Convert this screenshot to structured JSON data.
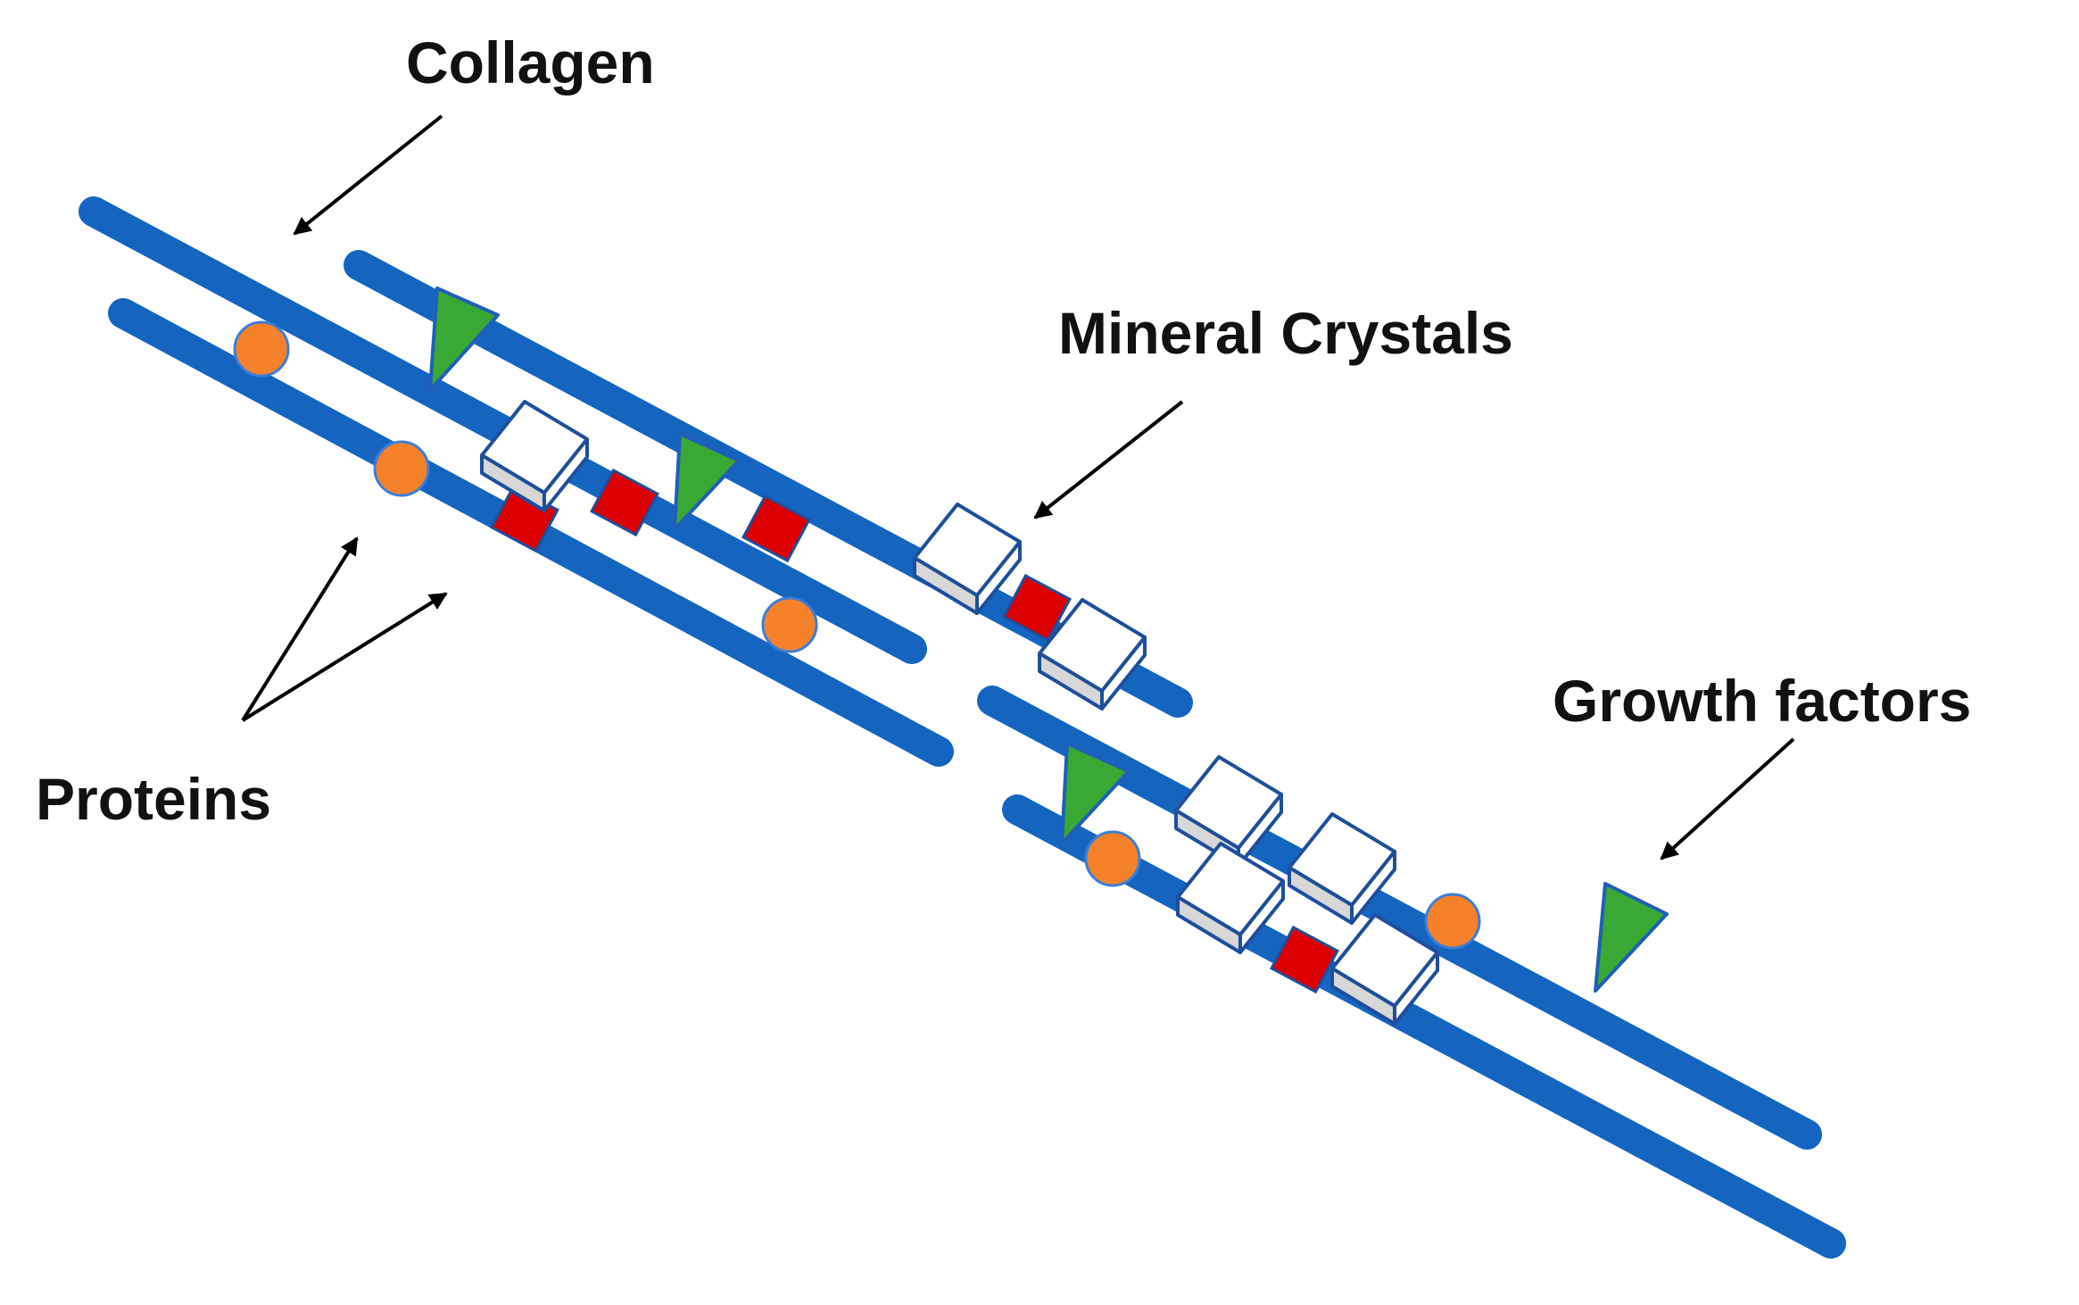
{
  "labels": {
    "collagen": "Collagen",
    "mineral_crystals": "Mineral Crystals",
    "growth_factors": "Growth factors",
    "proteins": "Proteins"
  },
  "colors": {
    "collagen": "#1565c0",
    "protein": "#f5822a",
    "protein_outline": "#3d7ed6",
    "growth_factor": "#3aa835",
    "growth_factor_outline": "#1f5fb8",
    "mineral_fill": "#ffffff",
    "mineral_shade": "#d7d7d7",
    "mineral_outline": "#1f4e9c",
    "red_block": "#dd0000",
    "red_outline": "#1f4e9c",
    "arrow": "#000000",
    "text": "#111111"
  }
}
